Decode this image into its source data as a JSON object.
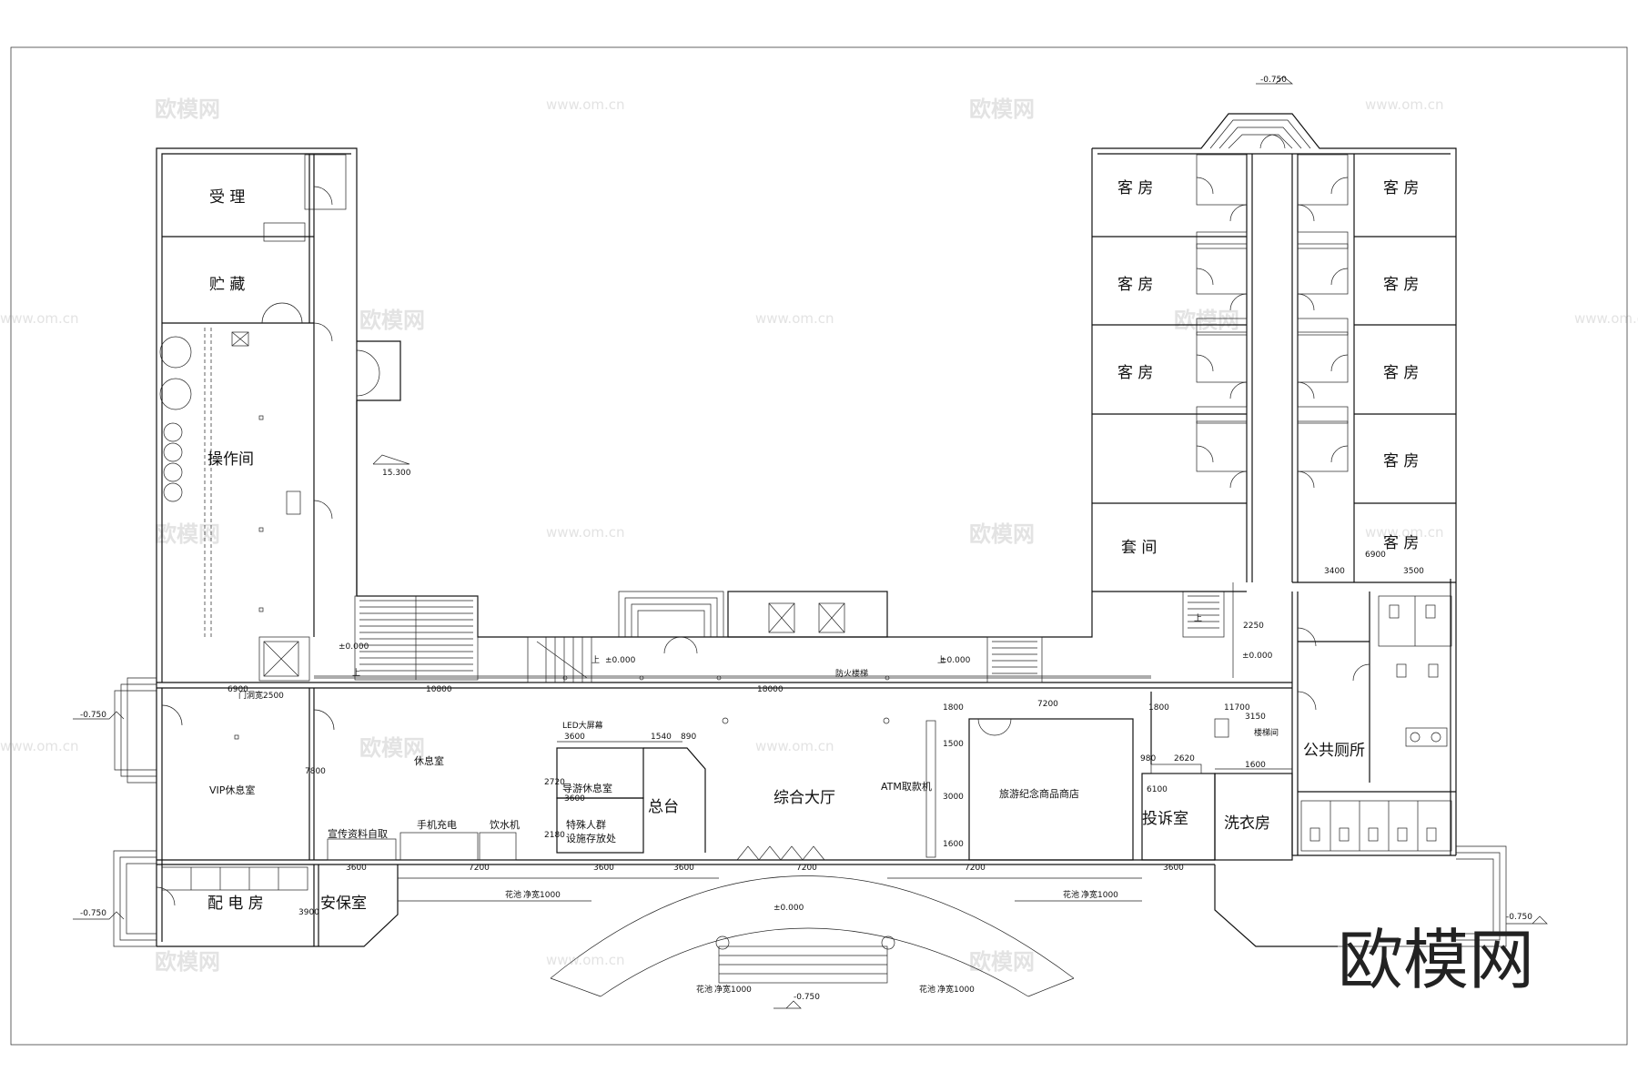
{
  "rooms": {
    "reception": "受 理",
    "storage": "贮 藏",
    "operation": "操作间",
    "vip": "VIP休息室",
    "lounge": "休息室",
    "power": "配 电 房",
    "security": "安保室",
    "guide_rest": "导游休息室",
    "front_desk": "总台",
    "hall": "综合大厅",
    "atm": "ATM取款机",
    "special": "特殊人群\n设施存放处",
    "charging": "手机充电",
    "water": "饮水机",
    "brochure": "宣传资料自取",
    "shop": "旅游纪念商品商店",
    "complaint": "投诉室",
    "laundry": "洗衣房",
    "public_toilet": "公共厕所",
    "suite": "套 间",
    "guest_room": "客 房",
    "led": "LED大屏幕",
    "fire_stair": "防火楼梯",
    "stairwell": "楼梯间",
    "planter": "花池",
    "up": "上"
  },
  "levels": {
    "zero": "±0.000",
    "neg": "-0.750",
    "roof": "15.300"
  },
  "dimensions": {
    "d6900": "6900",
    "d2500": "门洞宽2500",
    "d10800": "10800",
    "d18000": "18000",
    "d7200": "7200",
    "d3600": "3600",
    "d1540": "1540",
    "d890": "890",
    "d2720": "2720",
    "d2180": "2180",
    "d7800": "7800",
    "d1800": "1800",
    "d1500": "1500",
    "d3000": "3000",
    "d1600": "1600",
    "d980": "980",
    "d2620": "2620",
    "d6100": "6100",
    "d11700": "11700",
    "d3150": "3150",
    "d2250": "2250",
    "d3400": "3400",
    "d3500": "3500",
    "d3900": "3900",
    "planter_width": "净宽1000"
  },
  "watermark": {
    "brand": "欧模网",
    "url": "www.om.cn"
  }
}
